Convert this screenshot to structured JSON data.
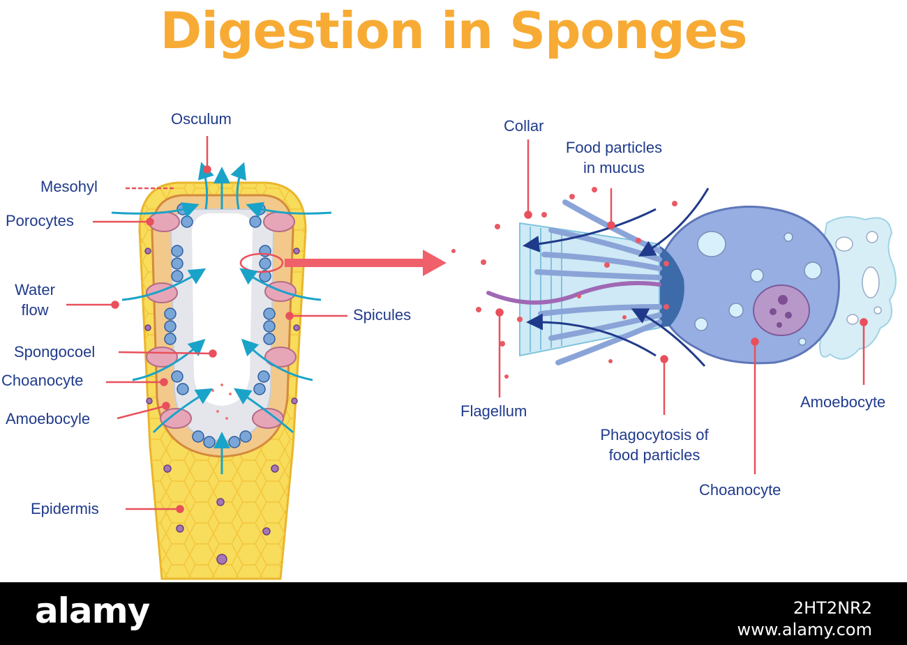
{
  "title": "Digestion in Sponges",
  "sponge_labels": {
    "osculum": "Osculum",
    "mesohyl": "Mesohyl",
    "porocytes": "Porocytes",
    "water_flow_1": "Water",
    "water_flow_2": "flow",
    "spongocoel": "Spongocoel",
    "choanocyte": "Choanocyte",
    "amoebocyte": "Amoebocyle",
    "epidermis": "Epidermis",
    "spicules": "Spicules"
  },
  "cell_labels": {
    "collar": "Collar",
    "food_particles_1": "Food particles",
    "food_particles_2": "in mucus",
    "flagellum": "Flagellum",
    "phagocytosis_1": "Phagocytosis of",
    "phagocytosis_2": "food particles",
    "choanocyte": "Choanocyte",
    "amoebocyte": "Amoebocyte"
  },
  "footer": {
    "brand": "alamy",
    "image_id": "2HT2NR2",
    "url": "www.alamy.com"
  },
  "colors": {
    "title": "#f7ab35",
    "label_text": "#1f3a8a",
    "leader_line": "#e8505b",
    "water_arrow": "#1aa3c8",
    "pointer_arrow": "#f0606a",
    "cell_body": "#8fa6dc",
    "epidermis": "#f6d44a"
  }
}
